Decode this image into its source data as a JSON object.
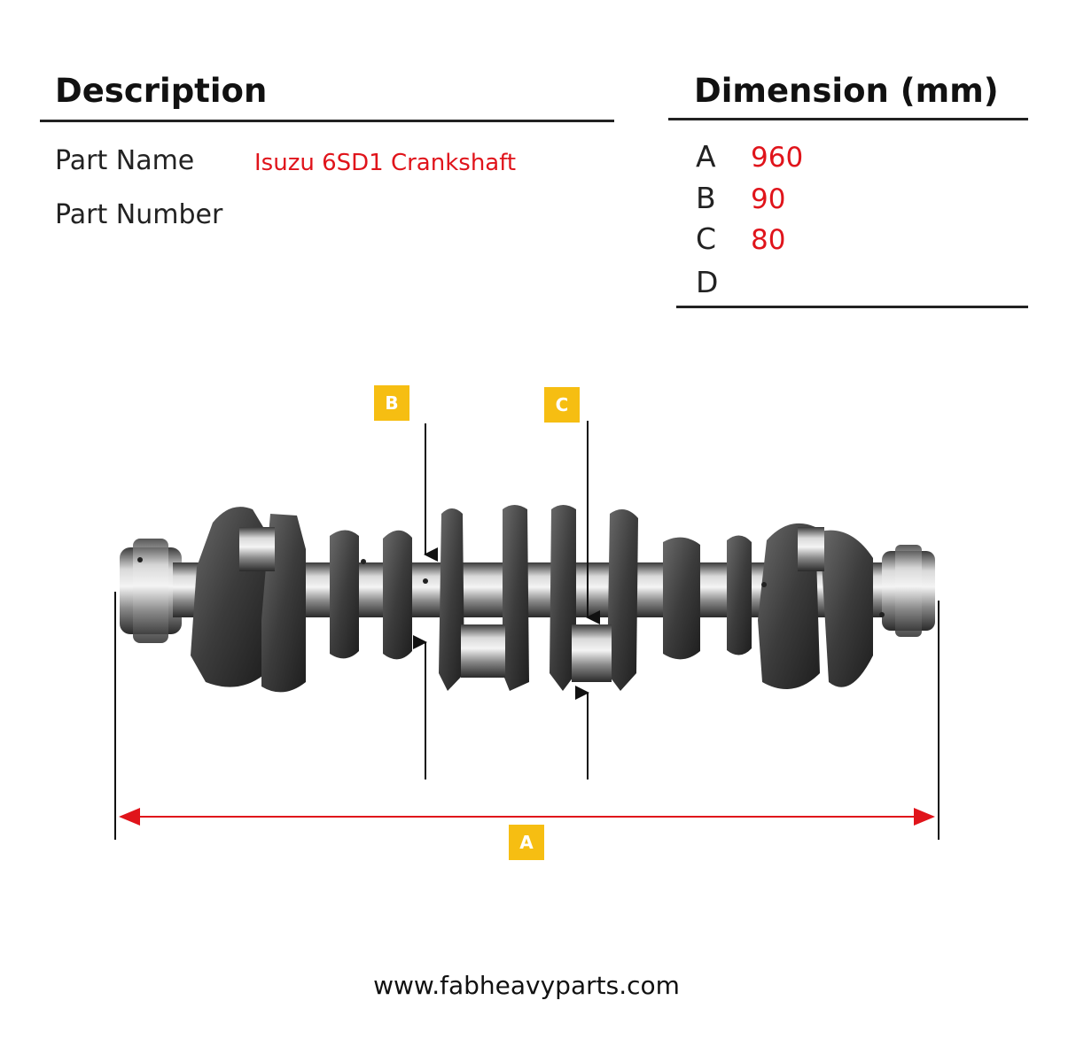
{
  "description": {
    "heading": "Description",
    "part_name_label": "Part Name",
    "part_name_value": "Isuzu 6SD1 Crankshaft",
    "part_number_label": "Part Number"
  },
  "dimensions": {
    "heading": "Dimension (mm)",
    "rows": [
      {
        "letter": "A",
        "value": "960"
      },
      {
        "letter": "B",
        "value": "90"
      },
      {
        "letter": "C",
        "value": "80"
      },
      {
        "letter": "D",
        "value": ""
      }
    ]
  },
  "diagram": {
    "tags": {
      "a": "A",
      "b": "B",
      "c": "C"
    },
    "colors": {
      "tag": "#f6be12",
      "dimension_line": "#e0141b",
      "value_text": "#e0141b"
    },
    "subject": "crankshaft"
  },
  "footer": {
    "url": "www.fabheavyparts.com"
  }
}
